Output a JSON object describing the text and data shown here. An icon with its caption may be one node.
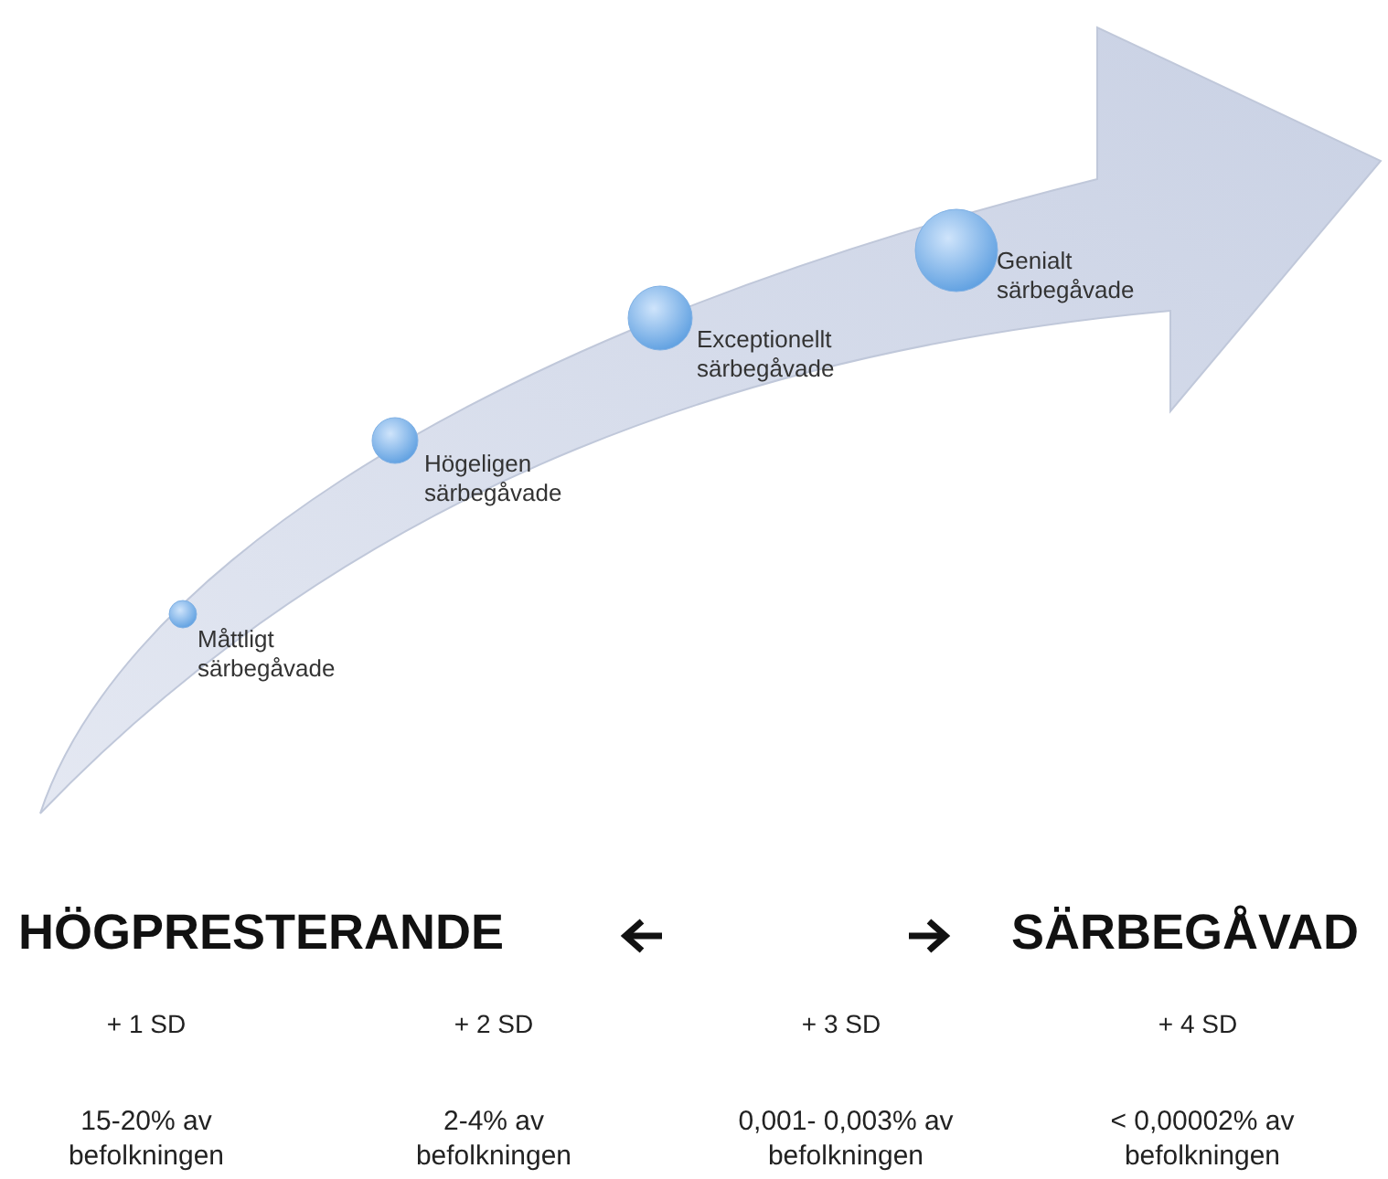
{
  "diagram": {
    "nodes": [
      {
        "text": [],
        "shape": "circle",
        "beside": [
          "Måttligt särbegåvade"
        ]
      },
      {
        "text": [],
        "shape": "circle",
        "beside": [
          "Högeligen särbegåvade"
        ]
      },
      {
        "text": [],
        "shape": "circle",
        "beside": [
          "Exceptionellt särbegåvade"
        ]
      },
      {
        "text": [],
        "shape": "circle",
        "beside": [
          "Genialt särbegåvade"
        ]
      }
    ],
    "labels": [
      "HÖGPRESTERANDE",
      "SÄRBEGÅVAD",
      "+ 1 SD",
      "+ 2 SD",
      "+ 3 SD",
      "+ 4 SD",
      "15-20% av befolkningen",
      "2-4% av befolkningen",
      "0,001- 0,003% av befolkningen",
      "< 0,00002% av befolkningen"
    ]
  }
}
